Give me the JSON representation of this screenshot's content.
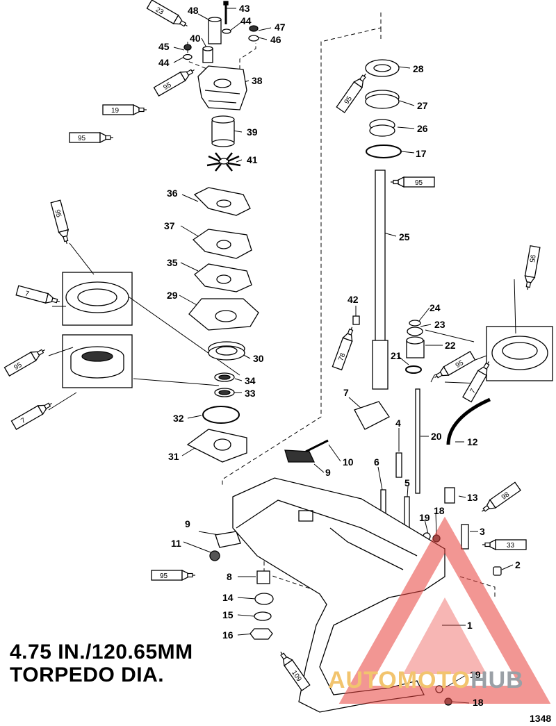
{
  "title_line1": "4.75 IN./120.65MM",
  "title_line2": "TORPEDO DIA.",
  "figure_number": "1348",
  "watermark": {
    "part1": "AUTOMOTO",
    "part2": "HUB",
    "color_logo": "#e8413c",
    "color_text": "#f2c46e",
    "color_hub": "#9aa0a6"
  },
  "callouts": [
    {
      "id": "c48",
      "text": "48"
    },
    {
      "id": "c43",
      "text": "43"
    },
    {
      "id": "c44a",
      "text": "44"
    },
    {
      "id": "c47",
      "text": "47"
    },
    {
      "id": "c46",
      "text": "46"
    },
    {
      "id": "c40",
      "text": "40"
    },
    {
      "id": "c45",
      "text": "45"
    },
    {
      "id": "c44b",
      "text": "44"
    },
    {
      "id": "c38",
      "text": "38"
    },
    {
      "id": "c39",
      "text": "39"
    },
    {
      "id": "c41",
      "text": "41"
    },
    {
      "id": "c36",
      "text": "36"
    },
    {
      "id": "c37",
      "text": "37"
    },
    {
      "id": "c35",
      "text": "35"
    },
    {
      "id": "c29",
      "text": "29"
    },
    {
      "id": "c30",
      "text": "30"
    },
    {
      "id": "c34",
      "text": "34"
    },
    {
      "id": "c33a",
      "text": "33"
    },
    {
      "id": "c32",
      "text": "32"
    },
    {
      "id": "c31",
      "text": "31"
    },
    {
      "id": "c28",
      "text": "28"
    },
    {
      "id": "c27",
      "text": "27"
    },
    {
      "id": "c26",
      "text": "26"
    },
    {
      "id": "c17",
      "text": "17"
    },
    {
      "id": "c25",
      "text": "25"
    },
    {
      "id": "c42",
      "text": "42"
    },
    {
      "id": "c24",
      "text": "24"
    },
    {
      "id": "c23",
      "text": "23"
    },
    {
      "id": "c22",
      "text": "22"
    },
    {
      "id": "c21",
      "text": "21"
    },
    {
      "id": "c7a",
      "text": "7"
    },
    {
      "id": "c20",
      "text": "20"
    },
    {
      "id": "c4",
      "text": "4"
    },
    {
      "id": "c12",
      "text": "12"
    },
    {
      "id": "c10",
      "text": "10"
    },
    {
      "id": "c9a",
      "text": "9"
    },
    {
      "id": "c6",
      "text": "6"
    },
    {
      "id": "c5",
      "text": "5"
    },
    {
      "id": "c13",
      "text": "13"
    },
    {
      "id": "c19a",
      "text": "19"
    },
    {
      "id": "c18a",
      "text": "18"
    },
    {
      "id": "c3",
      "text": "3"
    },
    {
      "id": "c9b",
      "text": "9"
    },
    {
      "id": "c11",
      "text": "11"
    },
    {
      "id": "c2",
      "text": "2"
    },
    {
      "id": "c8",
      "text": "8"
    },
    {
      "id": "c14",
      "text": "14"
    },
    {
      "id": "c15",
      "text": "15"
    },
    {
      "id": "c16",
      "text": "16"
    },
    {
      "id": "c1",
      "text": "1"
    },
    {
      "id": "c19b",
      "text": "19"
    },
    {
      "id": "c18b",
      "text": "18"
    }
  ],
  "tubes": [
    {
      "id": "t23",
      "text": "23"
    },
    {
      "id": "t95a",
      "text": "95"
    },
    {
      "id": "t19",
      "text": "19"
    },
    {
      "id": "t95b",
      "text": "95"
    },
    {
      "id": "t95c",
      "text": "95"
    },
    {
      "id": "t7a",
      "text": "7"
    },
    {
      "id": "t95d",
      "text": "95"
    },
    {
      "id": "t7b",
      "text": "7"
    },
    {
      "id": "t95e",
      "text": "95"
    },
    {
      "id": "t95f",
      "text": "95"
    },
    {
      "id": "t78",
      "text": "78"
    },
    {
      "id": "t95g",
      "text": "95"
    },
    {
      "id": "t7c",
      "text": "7"
    },
    {
      "id": "t95h",
      "text": "95"
    },
    {
      "id": "t98",
      "text": "98"
    },
    {
      "id": "t33",
      "text": "33"
    },
    {
      "id": "t95i",
      "text": "95"
    },
    {
      "id": "t109",
      "text": "109"
    }
  ]
}
